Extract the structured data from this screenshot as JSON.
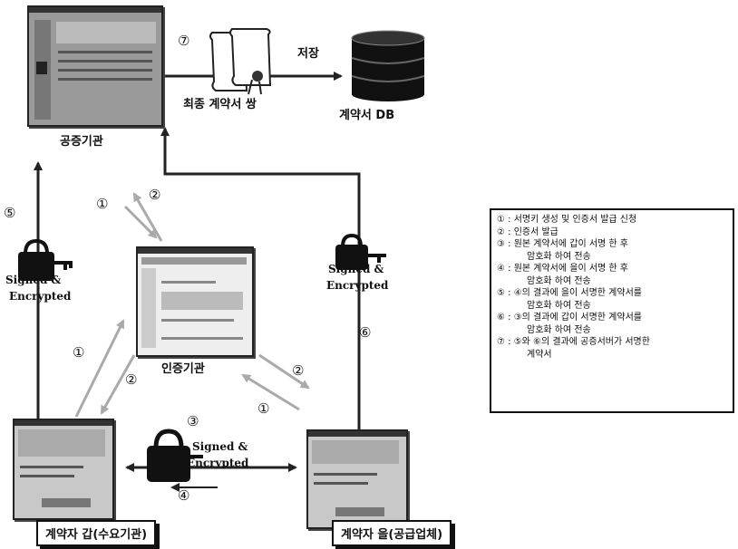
{
  "nodes": {
    "public_org": "공증기관",
    "cert_authority": "인증기관",
    "contract_db": "계약서 DB",
    "party_a": "계약자 갑(수요기관)",
    "party_b": "계약자 을(공급업체)"
  },
  "labels": {
    "store": "저장",
    "final_contract_pair": "최종 계약서 쌍",
    "signed_encrypted_left": [
      "Signed &",
      "Encrypted"
    ],
    "signed_encrypted_right": [
      "Signed &",
      "Encrypted"
    ],
    "signed_encrypted_bottom": [
      "Signed &",
      "Encrypted"
    ]
  },
  "step_marks": {
    "s1": "①",
    "s2": "②",
    "s3": "③",
    "s4": "④",
    "s5": "⑤",
    "s6": "⑥",
    "s7": "⑦"
  },
  "legend": [
    {
      "mark": "①",
      "text": "서명키 생성 및 인증서 발급 신청",
      "cont": ""
    },
    {
      "mark": "②",
      "text": "인증서 발급",
      "cont": ""
    },
    {
      "mark": "③",
      "text": "원본 계약서에 갑이 서명 한 후",
      "cont": "암호화 하여 전송"
    },
    {
      "mark": "④",
      "text": "원본 계약서에 을이 서명 한 후",
      "cont": "암호화 하여 전송"
    },
    {
      "mark": "⑤",
      "text": "④의 결과에 을이 서명한 계약서를",
      "cont": "암호화 하여 전송"
    },
    {
      "mark": "⑥",
      "text": "③의 결과에 갑이 서명한 계약서를",
      "cont": "암호화 하여 전송"
    },
    {
      "mark": "⑦",
      "text": "⑤와 ⑥의 결과에 공증서버가 서명한",
      "cont": "계약서"
    }
  ],
  "legend_separator": " : "
}
